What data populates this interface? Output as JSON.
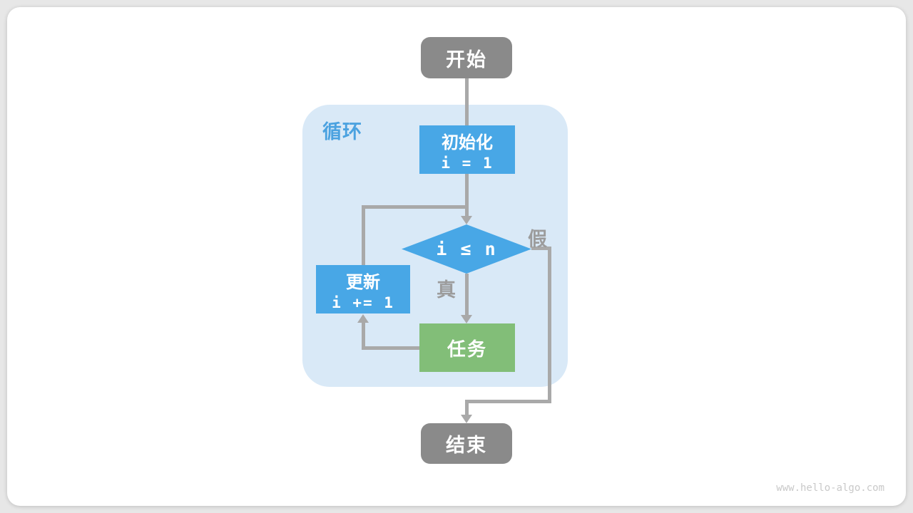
{
  "flowchart": {
    "loop_region_label": "循环",
    "nodes": {
      "start": "开始",
      "init_title": "初始化",
      "init_code": "i = 1",
      "condition": "i ≤ n",
      "update_title": "更新",
      "update_code": "i += 1",
      "task": "任务",
      "end": "结束"
    },
    "edges": {
      "true_label": "真",
      "false_label": "假"
    }
  },
  "watermark": "www.hello-algo.com",
  "colors": {
    "process_blue": "#48a7e6",
    "task_green": "#82be78",
    "terminal_gray": "#8a8a8a",
    "loop_region_bg": "#d9e9f7",
    "connector_gray": "#a9a9a9",
    "loop_label_blue": "#4ba2e0",
    "branch_label_gray": "#9c9c9c",
    "card_bg": "#ffffff",
    "page_bg": "#e7e7e7"
  }
}
